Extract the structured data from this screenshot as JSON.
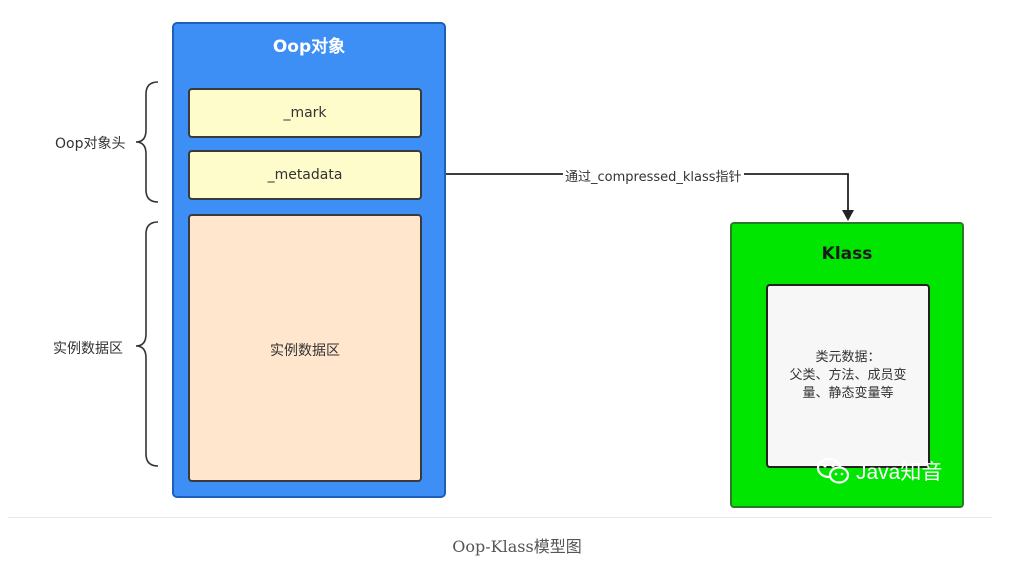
{
  "oop": {
    "title": "Oop对象",
    "mark_label": "_mark",
    "metadata_label": "_metadata",
    "instance_label": "实例数据区"
  },
  "braces": {
    "header_label": "Oop对象头",
    "instance_label": "实例数据区"
  },
  "edge": {
    "label": "通过_compressed_klass指针"
  },
  "klass": {
    "title": "Klass",
    "content": [
      "类元数据：",
      "父类、方法、成员变",
      "量、静态变量等"
    ]
  },
  "watermark": {
    "text": "Java知音",
    "icon": "wechat-icon"
  },
  "caption": "Oop-Klass模型图",
  "colors": {
    "oop_fill": "#3d8ff5",
    "header_field_fill": "#fffccc",
    "instance_fill": "#ffe6cc",
    "klass_fill": "#00e600",
    "klass_inner_fill": "#f7f7f7"
  }
}
